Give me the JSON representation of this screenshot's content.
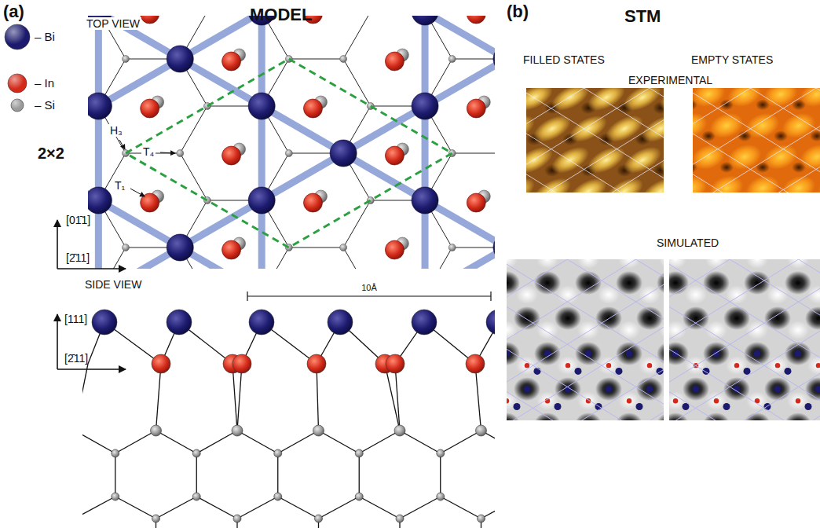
{
  "diagram": {
    "labels": [
      "(a)",
      "MODEL",
      "TOP VIEW",
      "2×2",
      "H₃",
      "T₄",
      "T₁",
      "[01̄1]",
      "[2̄11]",
      "SIDE VIEW",
      "10Å",
      "[111]",
      "[2̄11]",
      "(b)",
      "STM",
      "FILLED STATES",
      "EMPTY STATES",
      "EXPERIMENTAL",
      "SIMULATED"
    ],
    "legend": [
      {
        "text": "– Bi",
        "color": "#1b1a6c"
      },
      {
        "text": "– In",
        "color": "#d42a1a"
      },
      {
        "text": "– Si",
        "color": "#9a9a9a"
      }
    ]
  }
}
